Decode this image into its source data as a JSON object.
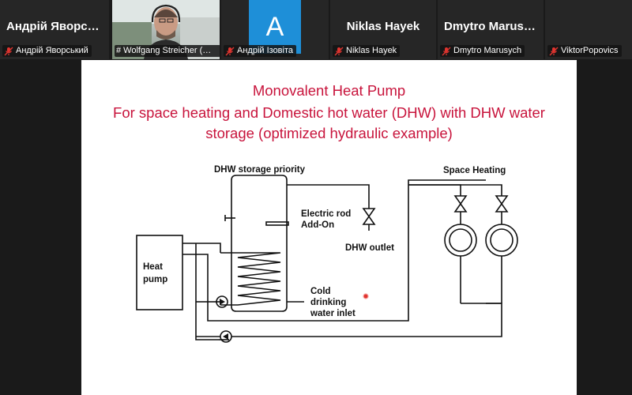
{
  "participants": [
    {
      "big_name": "Андрій Яворсь...",
      "tag": "Андрій Яворський",
      "muted": true,
      "kind": "name"
    },
    {
      "big_name": "",
      "tag": "# Wolfgang Streicher (UIB...",
      "muted": false,
      "kind": "video",
      "active": true
    },
    {
      "big_name": "",
      "tag": "Андрій Ізовіта",
      "muted": true,
      "kind": "avatar",
      "avatar_letter": "A",
      "avatar_color": "#1e8fd8"
    },
    {
      "big_name": "Niklas Hayek",
      "tag": "Niklas Hayek",
      "muted": true,
      "kind": "name"
    },
    {
      "big_name": "Dmytro Marusych",
      "tag": "Dmytro Marusych",
      "muted": true,
      "kind": "name"
    },
    {
      "big_name": "",
      "tag": "ViktorPopovics",
      "muted": true,
      "kind": "name"
    }
  ],
  "slide": {
    "title_lines": [
      "Monovalent Heat Pump",
      "For space heating and Domestic hot water (DHW) with DHW water",
      "storage (optimized hydraulic example)"
    ],
    "title_color": "#c8143c",
    "labels": {
      "dhw_storage_priority": "DHW storage priority",
      "space_heating": "Space Heating",
      "electric_rod": "Electric rod",
      "add_on": "Add-On",
      "dhw_outlet": "DHW outlet",
      "heat": "Heat",
      "pump": "pump",
      "cold": "Cold",
      "drinking": "drinking",
      "water_inlet": "water inlet"
    }
  },
  "colors": {
    "muted_icon": "#e0342f",
    "laser_pointer": "#e0342f",
    "active_speaker": "#6cc644"
  }
}
